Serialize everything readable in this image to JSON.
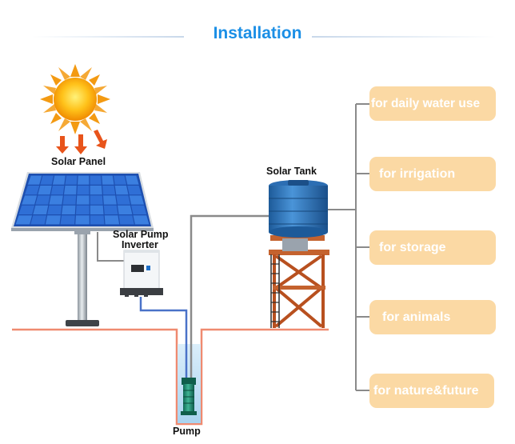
{
  "title": "Installation",
  "labels": {
    "solar_panel": "Solar Panel",
    "inverter_line1": "Solar Pump",
    "inverter_line2": "Inverter",
    "solar_tank": "Solar Tank",
    "pump": "Pump"
  },
  "uses": [
    "for daily water use",
    "for irrigation",
    "for storage",
    "for animals",
    "for nature&future"
  ],
  "colors": {
    "title": "#1b8fe6",
    "box_fill": "#fbd9a4",
    "ground_line": "#ef8a70",
    "pipe": "#4a72c8",
    "wire": "#888888",
    "tank": "#2b6fb3",
    "tower": "#b8501f",
    "panel": "#1f5fc4"
  }
}
